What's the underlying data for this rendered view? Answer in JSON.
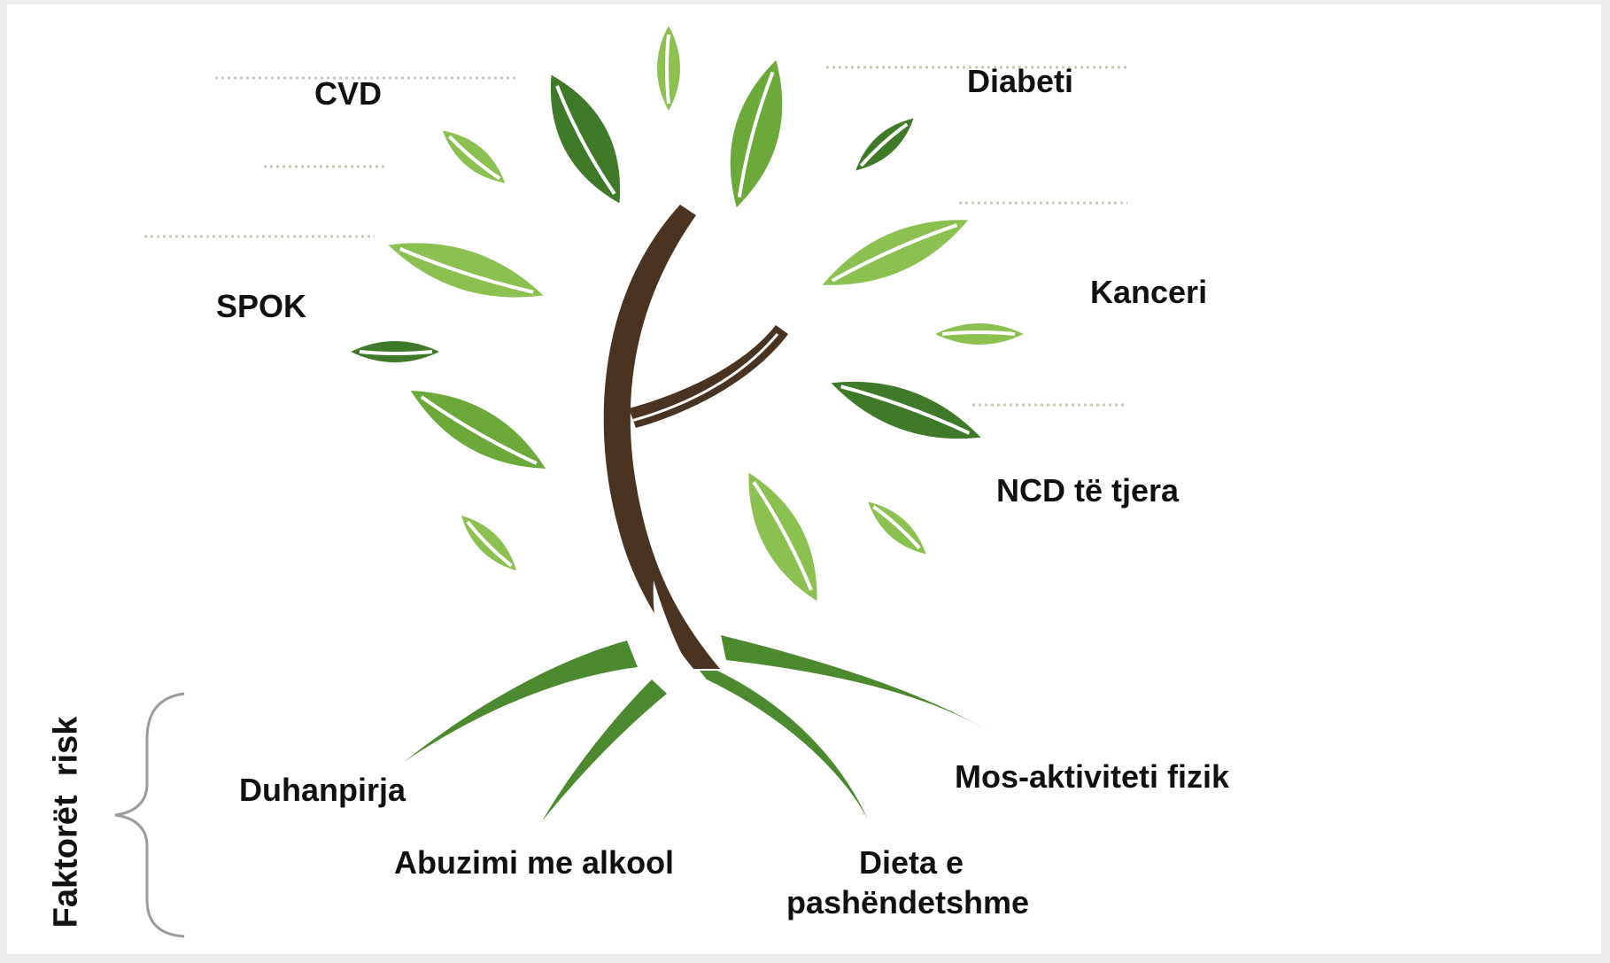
{
  "diseases": {
    "cvd": "CVD",
    "diabeti": "Diabeti",
    "spok": "SPOK",
    "kanceri": "Kanceri",
    "ncd_other": "NCD të tjera"
  },
  "risk_factors": {
    "title": "Faktorët  risk",
    "duhanpirja": "Duhanpirja",
    "alkool": "Abuzimi me alkool",
    "aktiviteti": "Mos-aktiviteti fizik",
    "dieta_line1": "Dieta e",
    "dieta_line2": "pashëndetshme"
  },
  "colors": {
    "leaf_dark": "#3f7a2a",
    "leaf_mid": "#5e9e36",
    "leaf_light": "#8cc152",
    "trunk": "#4a3320",
    "root": "#4b8a2e",
    "dotted_line": "#c9c9b8",
    "brace": "#9a9a9a"
  }
}
